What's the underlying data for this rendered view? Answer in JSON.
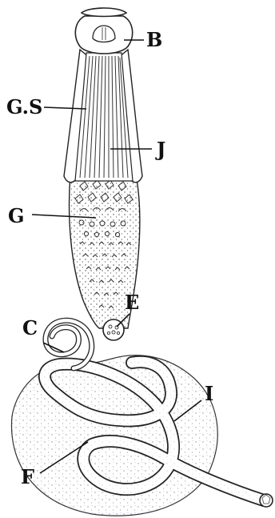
{
  "figure": {
    "labels": {
      "B": "B",
      "GS": "G.S",
      "J": "J",
      "G": "G",
      "C": "C",
      "E": "E",
      "I": "I",
      "F": "F"
    }
  }
}
